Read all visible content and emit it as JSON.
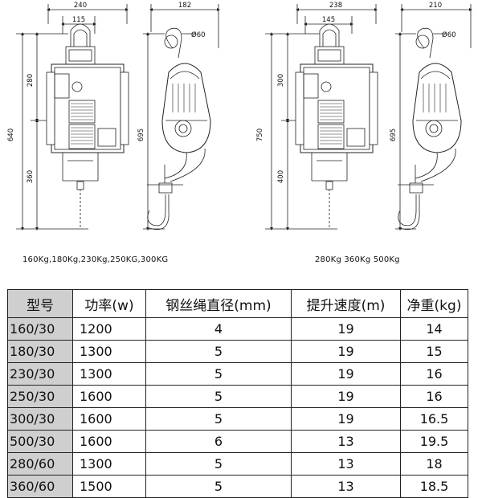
{
  "dimensions": {
    "left_unit": {
      "width_total": "240",
      "width_inner": "115",
      "height_total": "640",
      "height_upper": "280",
      "height_lower": "360",
      "side_width": "182",
      "hook_dia": "Ø60",
      "side_height": "695"
    },
    "right_unit": {
      "width_total": "238",
      "width_inner": "145",
      "height_total": "750",
      "height_upper": "300",
      "height_lower": "400",
      "side_width": "210",
      "hook_dia": "Ø60",
      "side_height": "695"
    }
  },
  "captions": {
    "left": "160Kg,180Kg,230Kg,250KG,300KG",
    "right": "280Kg 360Kg 500Kg"
  },
  "table": {
    "headers": [
      "型号",
      "功率(w)",
      "钢丝绳直径(mm)",
      "提升速度(m)",
      "净重(kg)"
    ],
    "rows": [
      [
        "160/30",
        "1200",
        "4",
        "19",
        "14"
      ],
      [
        "180/30",
        "1300",
        "5",
        "19",
        "15"
      ],
      [
        "230/30",
        "1300",
        "5",
        "19",
        "16"
      ],
      [
        "250/30",
        "1600",
        "5",
        "19",
        "16"
      ],
      [
        "300/30",
        "1600",
        "5",
        "19",
        "16.5"
      ],
      [
        "500/30",
        "1600",
        "6",
        "13",
        "19.5"
      ],
      [
        "280/60",
        "1300",
        "5",
        "13",
        "18"
      ],
      [
        "360/60",
        "1500",
        "5",
        "13",
        "18.5"
      ]
    ]
  }
}
